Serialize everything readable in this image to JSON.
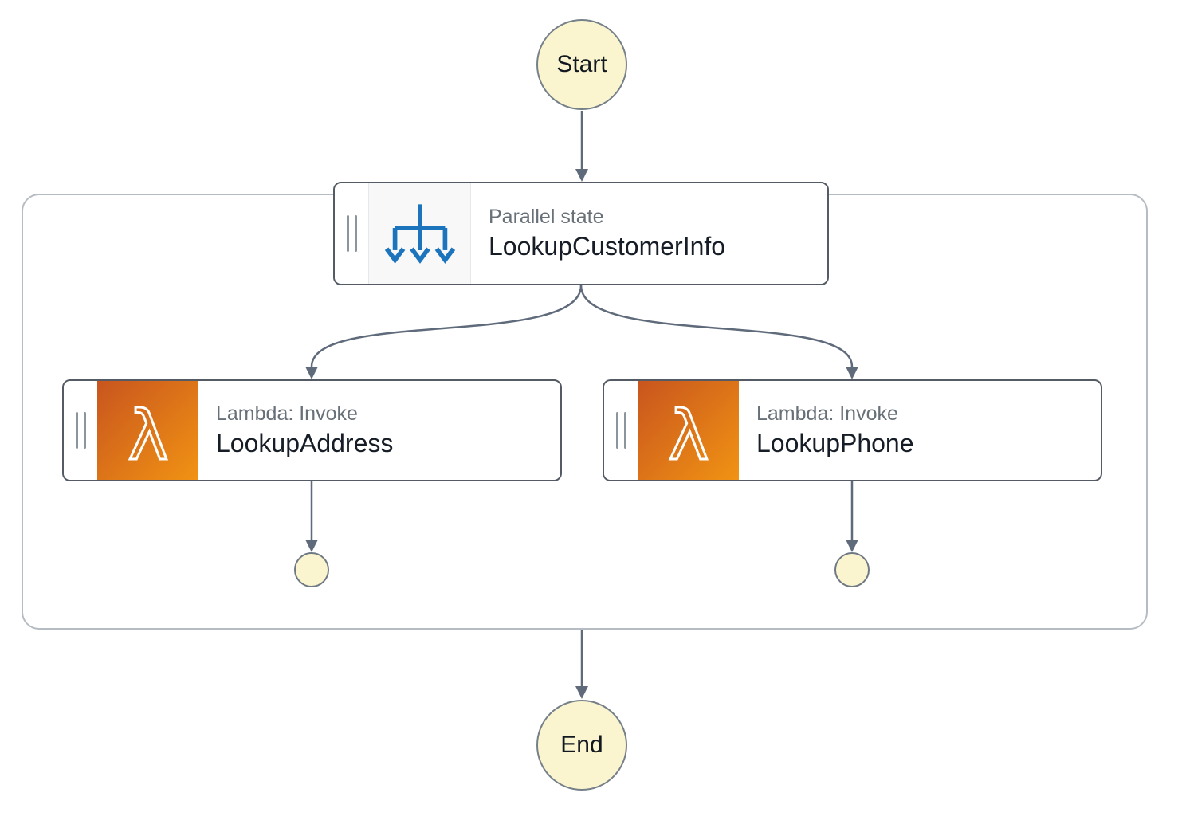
{
  "diagram": {
    "start_label": "Start",
    "end_label": "End",
    "parallel_state": {
      "type_label": "Parallel state",
      "name": "LookupCustomerInfo",
      "icon": "parallel-branches-icon"
    },
    "branches": [
      {
        "type_label": "Lambda: Invoke",
        "name": "LookupAddress",
        "icon": "lambda-icon"
      },
      {
        "type_label": "Lambda: Invoke",
        "name": "LookupPhone",
        "icon": "lambda-icon"
      }
    ],
    "icons": {
      "lambda_glyph": "λ"
    },
    "colors": {
      "accent_blue": "#1B74BC",
      "lambda_gradient_start": "#C8551E",
      "lambda_gradient_end": "#F19313",
      "terminal_node_fill": "#FAF5CF",
      "edge_gray": "#5F6B7A",
      "card_border": "#545B64",
      "group_border": "#B6BCC4",
      "secondary_text": "#687078",
      "primary_text": "#161D26"
    }
  }
}
